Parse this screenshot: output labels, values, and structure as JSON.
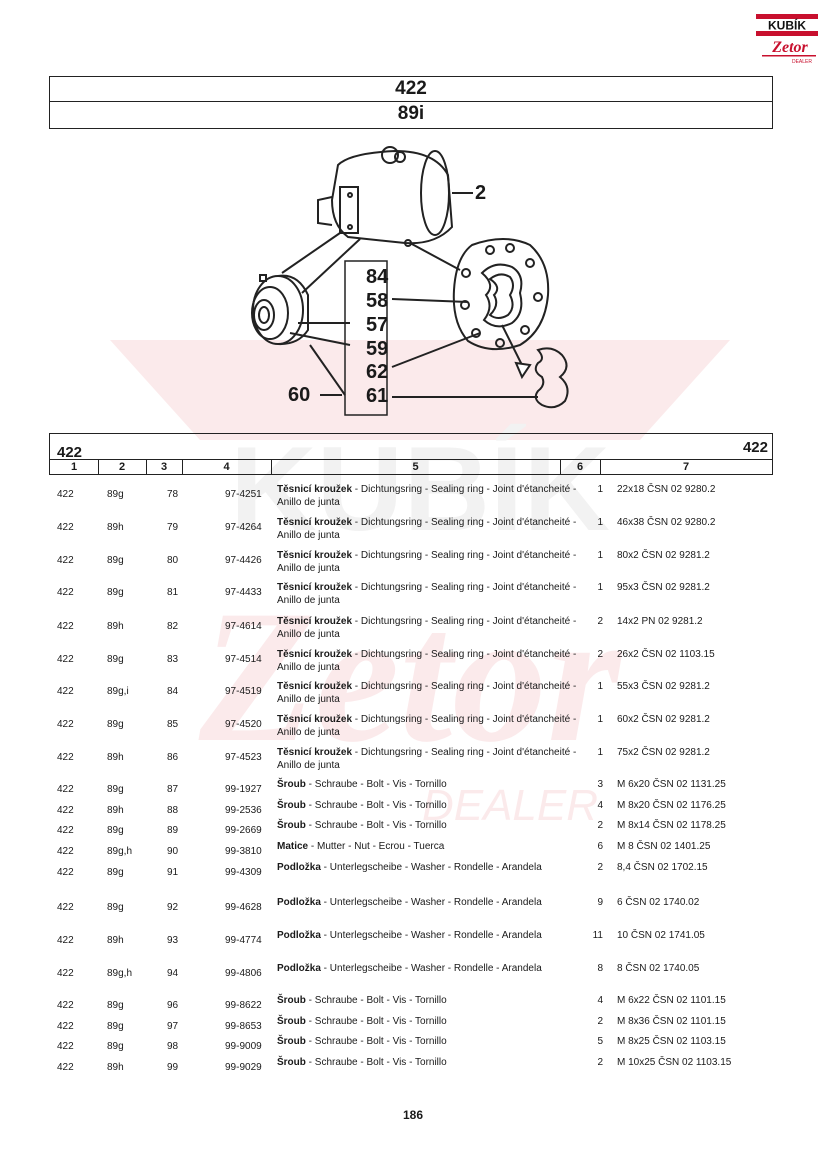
{
  "logo": {
    "top_text": "KUBÍK",
    "bottom_text": "Zetor",
    "sub_text": "DEALER"
  },
  "header": {
    "group": "422",
    "figure": "89i"
  },
  "watermark": {
    "text_top": "KUBÍK",
    "text_bottom": "Zetor",
    "text_dealer": "DEALER"
  },
  "diagram": {
    "callouts": [
      "2",
      "84",
      "58",
      "57",
      "59",
      "62",
      "61",
      "60"
    ]
  },
  "table": {
    "head_left": "422",
    "head_right": "422",
    "columns": [
      "1",
      "2",
      "3",
      "4",
      "5",
      "6",
      "7"
    ],
    "rows": [
      {
        "c1": "422",
        "c2": "89g",
        "c3": "78",
        "c4": "97-4251",
        "name": "Těsnicí kroužek",
        "desc": " - Dichtungsring - Sealing ring - Joint d'étancheité - Anillo de junta",
        "qty": "1",
        "spec": "22x18 ČSN 02 9280.2"
      },
      {
        "c1": "422",
        "c2": "89h",
        "c3": "79",
        "c4": "97-4264",
        "name": "Těsnicí kroužek",
        "desc": " - Dichtungsring - Sealing ring - Joint d'étancheité - Anillo de junta",
        "qty": "1",
        "spec": "46x38 ČSN 02 9280.2"
      },
      {
        "c1": "422",
        "c2": "89g",
        "c3": "80",
        "c4": "97-4426",
        "name": "Těsnicí kroužek",
        "desc": " - Dichtungsring - Sealing ring - Joint d'étancheité - Anillo de junta",
        "qty": "1",
        "spec": "80x2 ČSN 02 9281.2"
      },
      {
        "c1": "422",
        "c2": "89g",
        "c3": "81",
        "c4": "97-4433",
        "name": "Těsnicí kroužek",
        "desc": " - Dichtungsring - Sealing ring - Joint d'étancheité - Anillo de junta",
        "qty": "1",
        "spec": "95x3 ČSN 02 9281.2"
      },
      {
        "c1": "422",
        "c2": "89h",
        "c3": "82",
        "c4": "97-4614",
        "name": "Těsnicí kroužek",
        "desc": " - Dichtungsring - Sealing ring - Joint d'étancheité - Anillo de junta",
        "qty": "2",
        "spec": "14x2 PN 02 9281.2"
      },
      {
        "c1": "422",
        "c2": "89g",
        "c3": "83",
        "c4": "97-4514",
        "name": "Těsnicí kroužek",
        "desc": " - Dichtungsring - Sealing ring - Joint d'étancheité - Anillo de junta",
        "qty": "2",
        "spec": "26x2 ČSN 02 1103.15"
      },
      {
        "c1": "422",
        "c2": "89g,i",
        "c3": "84",
        "c4": "97-4519",
        "name": "Těsnicí kroužek",
        "desc": " - Dichtungsring - Sealing ring - Joint d'étancheité - Anillo de junta",
        "qty": "1",
        "spec": "55x3 ČSN 02 9281.2"
      },
      {
        "c1": "422",
        "c2": "89g",
        "c3": "85",
        "c4": "97-4520",
        "name": "Těsnicí kroužek",
        "desc": " - Dichtungsring - Sealing ring - Joint d'étancheité - Anillo de junta",
        "qty": "1",
        "spec": "60x2 ČSN 02 9281.2"
      },
      {
        "c1": "422",
        "c2": "89h",
        "c3": "86",
        "c4": "97-4523",
        "name": "Těsnicí kroužek",
        "desc": " - Dichtungsring - Sealing ring - Joint d'étancheité - Anillo de junta",
        "qty": "1",
        "spec": "75x2 ČSN 02 9281.2"
      },
      {
        "c1": "422",
        "c2": "89g",
        "c3": "87",
        "c4": "99-1927",
        "name": "Šroub",
        "desc": " - Schraube - Bolt - Vis - Tornillo",
        "qty": "3",
        "spec": "M 6x20 ČSN 02 1131.25"
      },
      {
        "c1": "422",
        "c2": "89h",
        "c3": "88",
        "c4": "99-2536",
        "name": "Šroub",
        "desc": " - Schraube - Bolt - Vis - Tornillo",
        "qty": "4",
        "spec": "M 8x20 ČSN 02 1176.25"
      },
      {
        "c1": "422",
        "c2": "89g",
        "c3": "89",
        "c4": "99-2669",
        "name": "Šroub",
        "desc": " - Schraube - Bolt - Vis - Tornillo",
        "qty": "2",
        "spec": "M 8x14 ČSN 02 1178.25"
      },
      {
        "c1": "422",
        "c2": "89g,h",
        "c3": "90",
        "c4": "99-3810",
        "name": "Matice",
        "desc": " - Mutter - Nut - Ecrou - Tuerca",
        "qty": "6",
        "spec": "M 8 ČSN 02 1401.25"
      },
      {
        "c1": "422",
        "c2": "89g",
        "c3": "91",
        "c4": "99-4309",
        "name": "Podložka",
        "desc": " - Unterlegscheibe - Washer - Rondelle - Arandela",
        "qty": "2",
        "spec": "8,4 ČSN 02 1702.15"
      },
      {
        "c1": "422",
        "c2": "89g",
        "c3": "92",
        "c4": "99-4628",
        "name": "Podložka",
        "desc": " - Unterlegscheibe - Washer - Rondelle - Arandela",
        "qty": "9",
        "spec": "6 ČSN 02 1740.02"
      },
      {
        "c1": "422",
        "c2": "89h",
        "c3": "93",
        "c4": "99-4774",
        "name": "Podložka",
        "desc": " - Unterlegscheibe - Washer - Rondelle - Arandela",
        "qty": "11",
        "spec": "10 ČSN 02 1741.05"
      },
      {
        "c1": "422",
        "c2": "89g,h",
        "c3": "94",
        "c4": "99-4806",
        "name": "Podložka",
        "desc": " - Unterlegscheibe - Washer - Rondelle - Arandela",
        "qty": "8",
        "spec": "8 ČSN 02 1740.05"
      },
      {
        "c1": "422",
        "c2": "89g",
        "c3": "96",
        "c4": "99-8622",
        "name": "Šroub",
        "desc": " - Schraube - Bolt - Vis - Tornillo",
        "qty": "4",
        "spec": "M 6x22 ČSN 02 1101.15"
      },
      {
        "c1": "422",
        "c2": "89g",
        "c3": "97",
        "c4": "99-8653",
        "name": "Šroub",
        "desc": " - Schraube - Bolt - Vis - Tornillo",
        "qty": "2",
        "spec": "M 8x36 ČSN 02 1101.15"
      },
      {
        "c1": "422",
        "c2": "89g",
        "c3": "98",
        "c4": "99-9009",
        "name": "Šroub",
        "desc": " - Schraube - Bolt - Vis - Tornillo",
        "qty": "5",
        "spec": "M 8x25 ČSN 02 1103.15"
      },
      {
        "c1": "422",
        "c2": "89h",
        "c3": "99",
        "c4": "99-9029",
        "name": "Šroub",
        "desc": " - Schraube - Bolt - Vis - Tornillo",
        "qty": "2",
        "spec": "M 10x25 ČSN 02 1103.15"
      }
    ]
  },
  "page_number": "186"
}
